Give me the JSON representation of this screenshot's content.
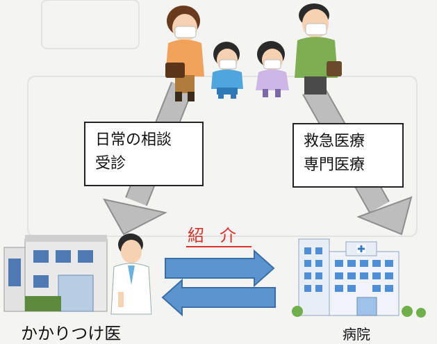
{
  "boxes": {
    "left": {
      "line1": "日常の相談",
      "line2": "受診"
    },
    "right": {
      "line1": "救急医療",
      "line2": "専門医療"
    }
  },
  "labels": {
    "referral": "紹介",
    "clinic": "かかりつけ医",
    "hospital": "病院"
  },
  "colors": {
    "flow_arrow": "#b9b9b9",
    "exchange_arrow": "#5b94cf",
    "referral_text": "#d8332b",
    "box_border": "#222222"
  }
}
